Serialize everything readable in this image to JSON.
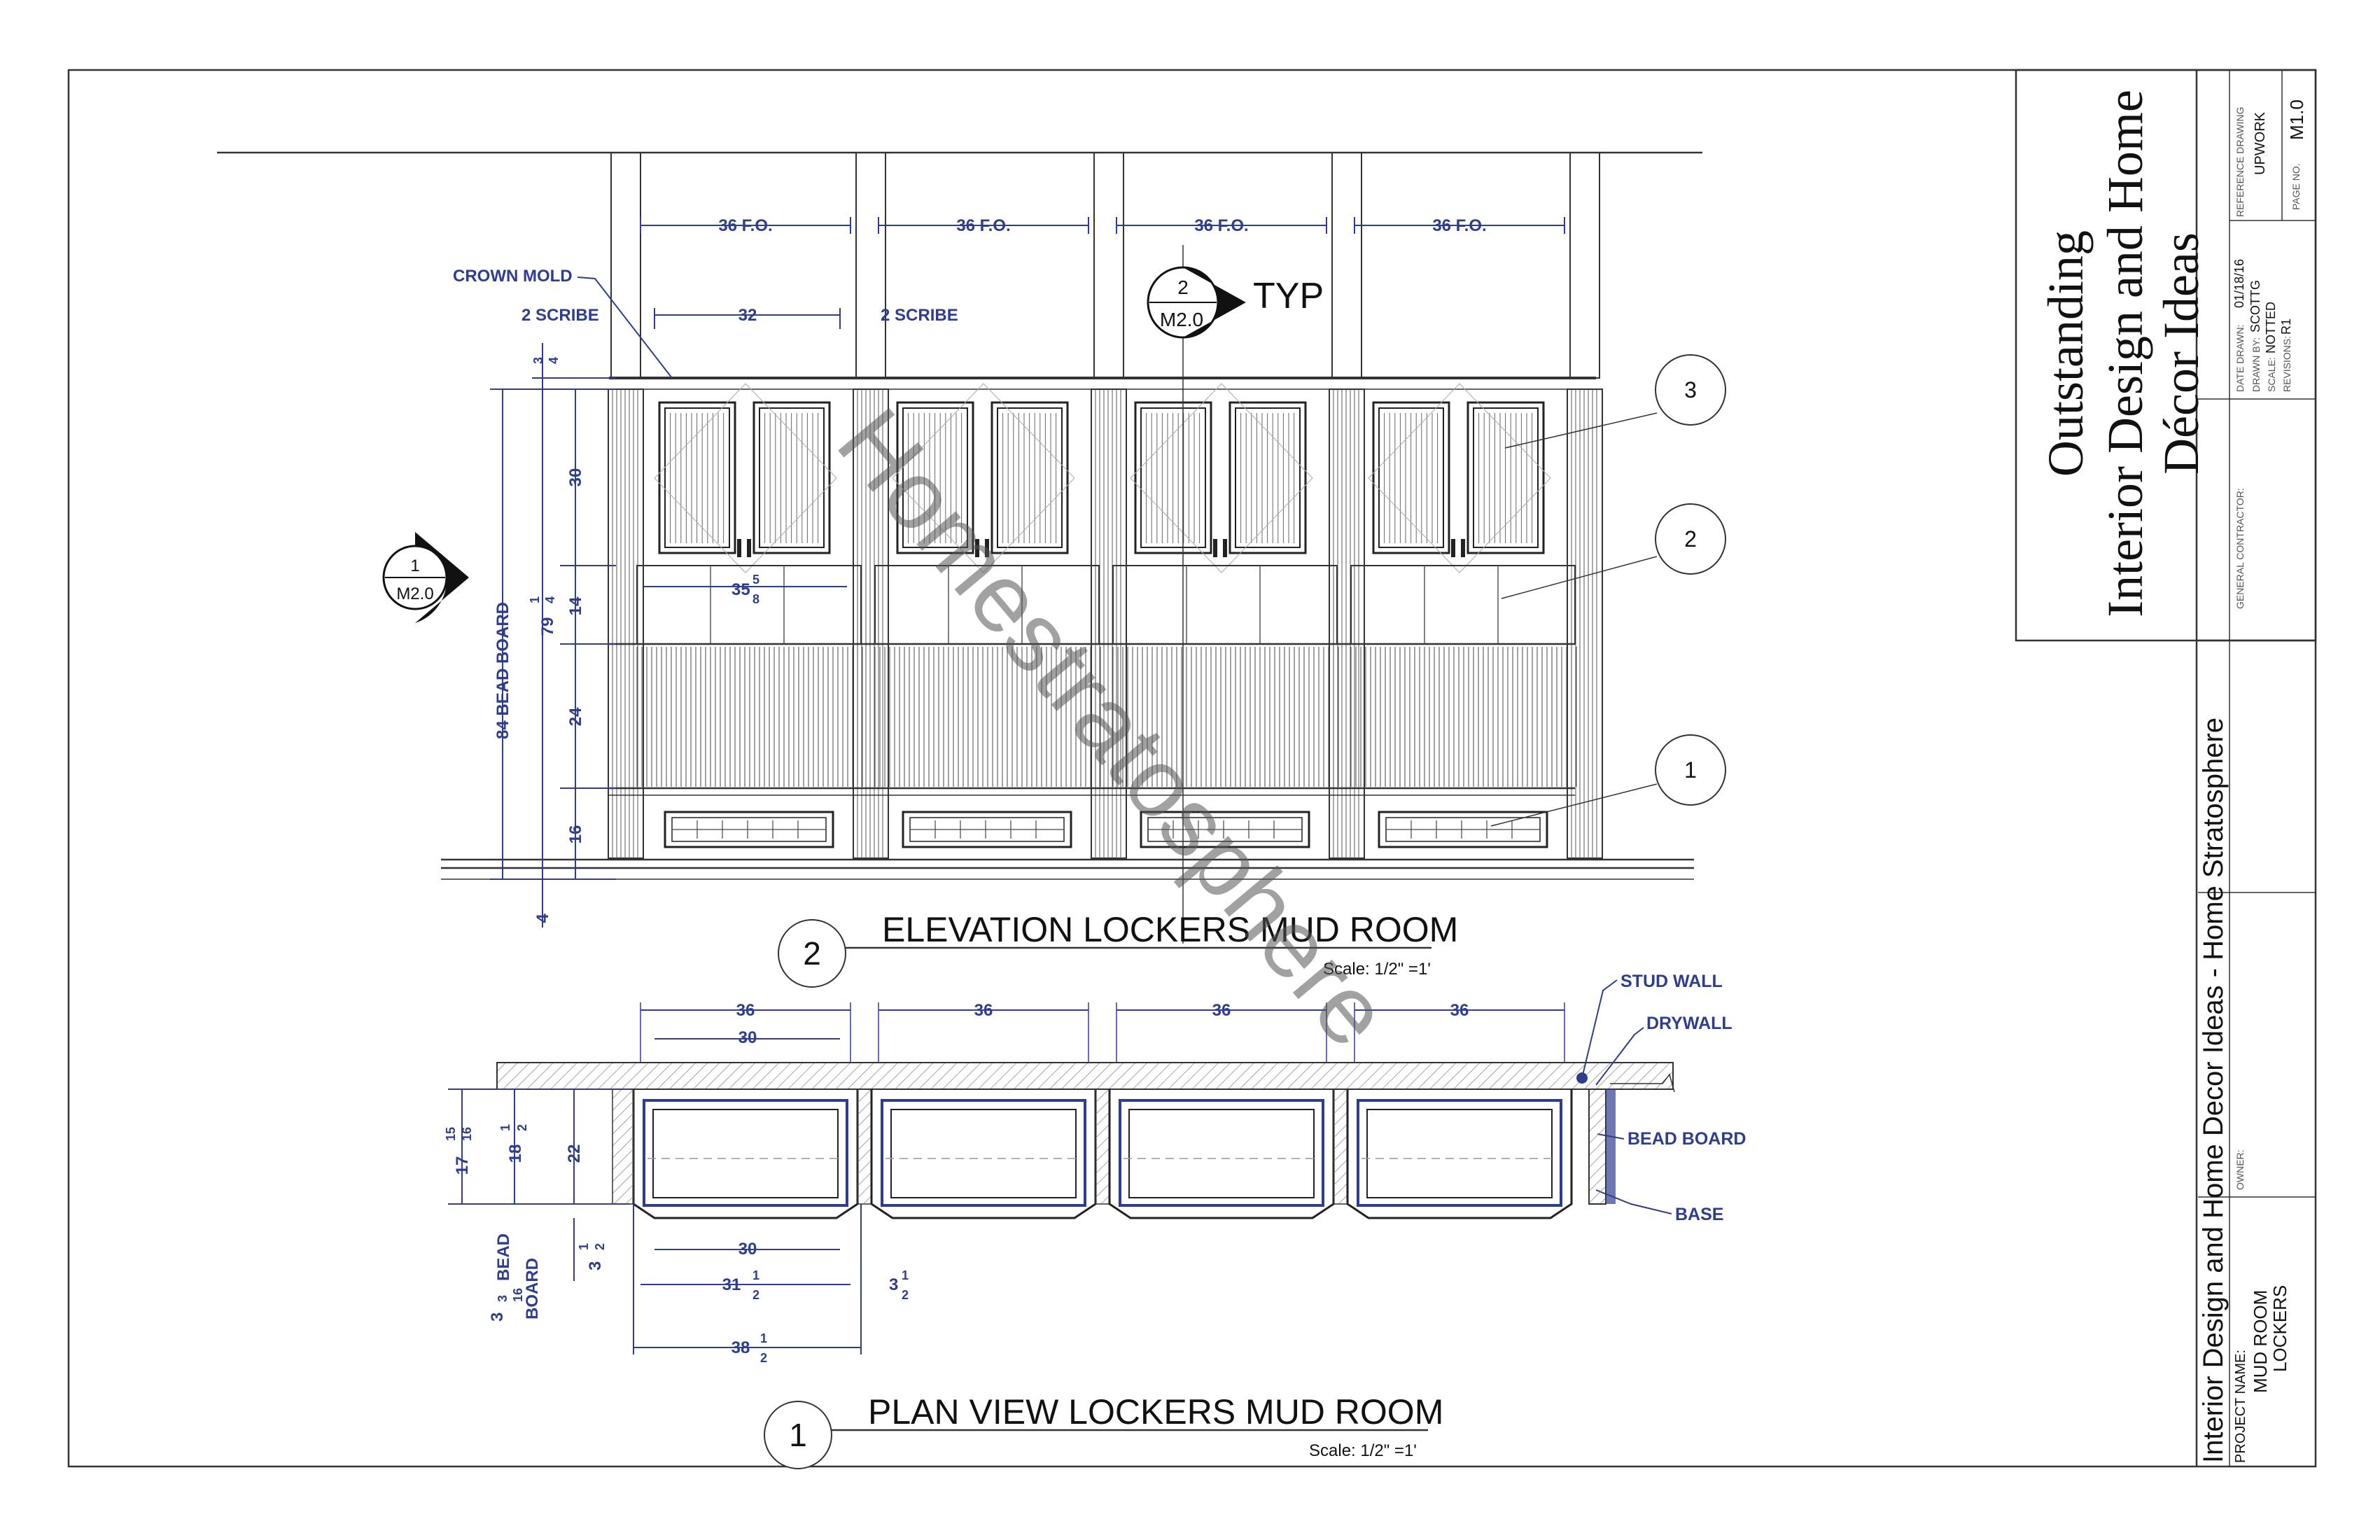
{
  "elevation": {
    "title": "ELEVATION LOCKERS MUD ROOM",
    "number": "2",
    "scale": "Scale: 1/2\" =1'",
    "section_tag": {
      "num": "2",
      "sheet": "M2.0",
      "note": "TYP"
    },
    "side_tag": {
      "num": "1",
      "sheet": "M2.0"
    },
    "dims_top": [
      "36 F.O.",
      "36 F.O.",
      "36 F.O.",
      "36 F.O."
    ],
    "crown_mold": "CROWN MOLD",
    "scribe_left": "2 SCRIBE",
    "scribe_right": "2 SCRIBE",
    "inner_width": "32",
    "door_width": "35",
    "door_width_num": "5",
    "door_width_den": "8",
    "bead_board": "84 BEAD BOARD",
    "overall_height": "79",
    "overall_num": "1",
    "overall_den": "4",
    "v_dims": [
      "30",
      "14",
      "24",
      "16"
    ],
    "top_dim": "3",
    "top_dim_den": "4",
    "bottom_dim": "4",
    "callouts": [
      "1",
      "2",
      "3"
    ]
  },
  "plan": {
    "title": "PLAN VIEW LOCKERS MUD ROOM",
    "number": "1",
    "scale": "Scale: 1/2\" =1'",
    "dims_top": [
      "36",
      "36",
      "36",
      "36"
    ],
    "dim_30_top": "30",
    "dim_30_bottom": "30",
    "dim_31": "31",
    "dim_38": "38",
    "half_num": "1",
    "half_den": "2",
    "dim_3_left": "3",
    "dim_3_right": "3",
    "dim_22": "22",
    "dim_18": "18",
    "dim_17": "17",
    "dim_17_num": "15",
    "dim_17_den": "16",
    "bead_3": "3",
    "bead_num": "3",
    "bead_den": "16",
    "bead_word1": "BEAD",
    "bead_word2": "BOARD",
    "labels": [
      "STUD WALL",
      "DRYWALL",
      "BEAD BOARD",
      "BASE"
    ]
  },
  "watermark": "Homestratosphere",
  "title_block": {
    "company_line1": "Outstanding",
    "company_line2": "Interior Design and Home",
    "company_line3": "Décor Ideas",
    "reference_label": "REFERENCE DRAWING",
    "reference_value": "UPWORK",
    "page_label": "PAGE NO.",
    "page_value": "M1.0",
    "date_label": "DATE DRAWN:",
    "date_value": "01/18/16",
    "drawn_label": "DRAWN BY:",
    "drawn_value": "SCOTTG",
    "scale_label": "SCALE:",
    "scale_value": "NOTTED",
    "rev_label": "REVISIONS:",
    "rev_value": "R1",
    "gc_label": "GENERAL CONTRACTOR:",
    "owner_label": "OWNER:",
    "project_label": "PROJECT NAME:",
    "project_line1": "MUD ROOM",
    "project_line2": "LOCKERS",
    "vertical_title": "Interior Design and Home Decor Ideas - Home Stratosphere"
  }
}
